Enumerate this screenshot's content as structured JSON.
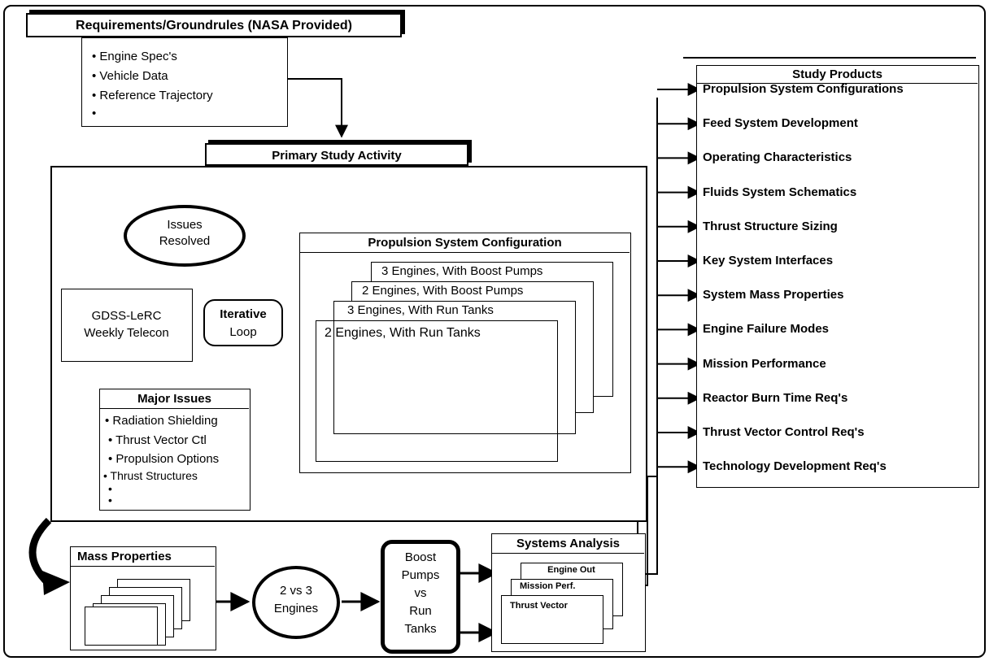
{
  "requirements": {
    "title": "Requirements/Groundrules (NASA Provided)",
    "items": [
      "• Engine Spec's",
      "• Vehicle Data",
      "• Reference Trajectory",
      "•"
    ]
  },
  "primary": {
    "title": "Primary Study Activity"
  },
  "issues_resolved": {
    "line1": "Issues",
    "line2": "Resolved"
  },
  "telecon": {
    "line1": "GDSS-LeRC",
    "line2": "Weekly Telecon"
  },
  "iterative": {
    "line1": "Iterative",
    "line2": "Loop"
  },
  "major_issues": {
    "title": "Major Issues",
    "items": [
      "• Radiation Shielding",
      "• Thrust Vector Ctl",
      "• Propulsion Options",
      "• Thrust Structures",
      "•",
      "•"
    ]
  },
  "propulsion_config": {
    "title": "Propulsion System Configuration",
    "cards": [
      "3 Engines, With Boost Pumps",
      "2 Engines, With Boost Pumps",
      "3 Engines, With Run Tanks",
      "2 Engines, With Run Tanks"
    ]
  },
  "mass_properties": {
    "title": "Mass Properties"
  },
  "engines_compare": {
    "line1": "2 vs 3",
    "line2": "Engines"
  },
  "boost_vs_run": {
    "line1": "Boost",
    "line2": "Pumps",
    "line3": "vs",
    "line4": "Run",
    "line5": "Tanks"
  },
  "systems_analysis": {
    "title": "Systems Analysis",
    "cards": [
      "Engine Out",
      "Mission Perf.",
      "Thrust Vector"
    ]
  },
  "study_products": {
    "title": "Study Products",
    "items": [
      "Propulsion System Configurations",
      "Feed System Development",
      "Operating Characteristics",
      "Fluids System Schematics",
      "Thrust Structure Sizing",
      "Key System Interfaces",
      "System Mass Properties",
      "Engine Failure Modes",
      "Mission Performance",
      "Reactor Burn Time Req's",
      "Thrust Vector Control Req's",
      "Technology Development Req's"
    ]
  }
}
